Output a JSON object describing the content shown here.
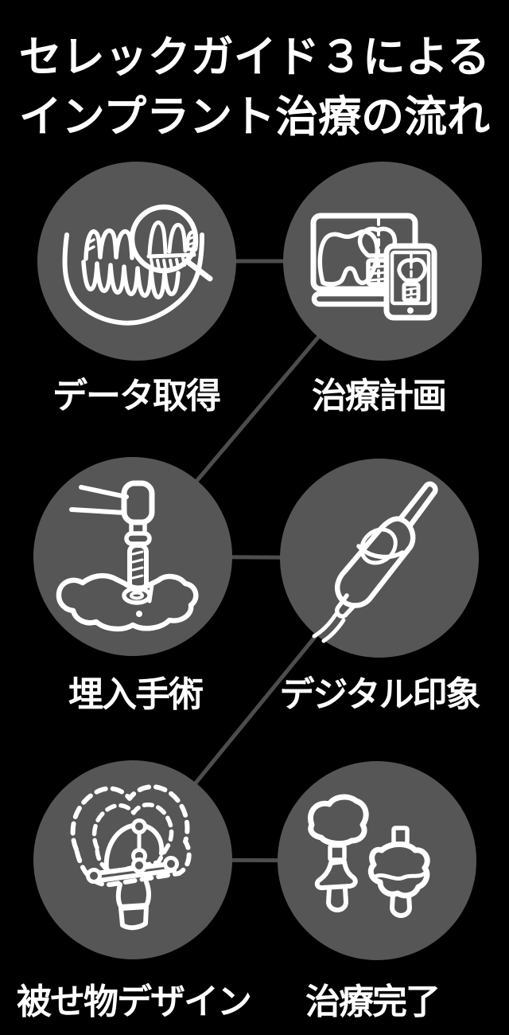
{
  "title": {
    "line1": "セレックガイド３による",
    "line2": "インプラント治療の流れ"
  },
  "steps": [
    {
      "label": "データ取得",
      "icon": "jaw-xray-magnifier-icon"
    },
    {
      "label": "治療計画",
      "icon": "monitor-tablet-plan-icon"
    },
    {
      "label": "埋入手術",
      "icon": "implant-drill-icon"
    },
    {
      "label": "デジタル印象",
      "icon": "intraoral-scanner-icon"
    },
    {
      "label": "被せ物デザイン",
      "icon": "crown-design-icon"
    },
    {
      "label": "治療完了",
      "icon": "finished-crowns-icon"
    }
  ],
  "colors": {
    "background": "#000000",
    "circle_fill": "#565656",
    "connector_line": "#4d4d4d",
    "icon_stroke": "#ffffff",
    "text": "#ffffff"
  }
}
